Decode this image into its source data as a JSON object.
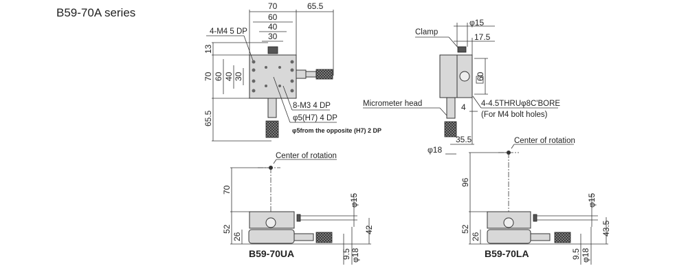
{
  "title": "B59-70A series",
  "top_view": {
    "dims_horizontal": [
      "70",
      "65.5",
      "60",
      "40",
      "30"
    ],
    "dims_vertical": [
      "13",
      "70",
      "60",
      "40",
      "30",
      "65.5"
    ],
    "callouts": [
      "4-M4 5 DP",
      "8-M3 4 DP",
      "φ5(H7) 4 DP",
      "φ5from the opposite (H7) 2 DP"
    ]
  },
  "side_view": {
    "clamp": "Clamp",
    "micrometer_head": "Micrometer head",
    "dia15": "φ15",
    "d17_5": "17.5",
    "d60": "60",
    "d4": "4",
    "bore": "4-4.5THRUφ8C'BORE",
    "bolt": "(For M4 bolt holes)",
    "d35_5": "35.5",
    "dia18": "φ18"
  },
  "front_ua": {
    "center": "Center of rotation",
    "h": "70",
    "d52": "52",
    "d26": "26",
    "dia15": "φ15",
    "d42": "42",
    "d9_5": "9.5",
    "dia18": "φ18",
    "model": "B59-70UA"
  },
  "front_la": {
    "center": "Center of rotation",
    "h": "96",
    "d52": "52",
    "d26": "26",
    "dia15": "φ15",
    "d43_5": "43.5",
    "d9_5": "9.5",
    "dia18": "φ18",
    "model": "B59-70LA"
  }
}
